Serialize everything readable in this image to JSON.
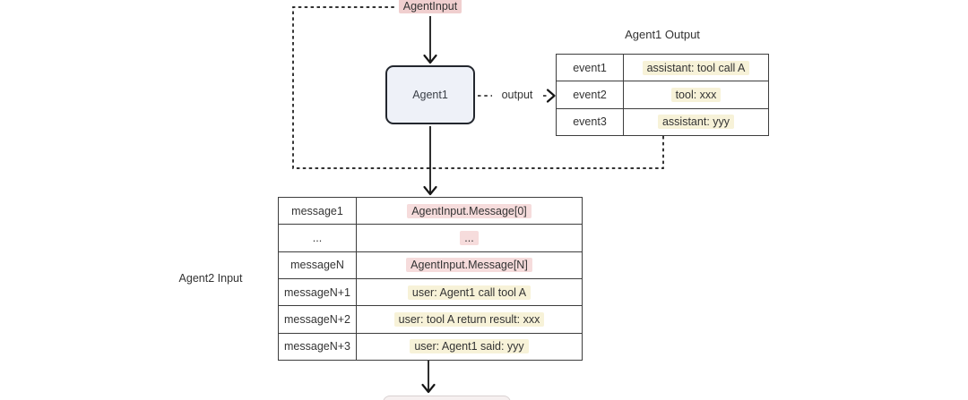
{
  "colors": {
    "pink": "#f6dcdc",
    "pink-strong": "#f0cfcf",
    "yellow": "#f7f2d8",
    "node-fill": "#eef1f8",
    "node-border": "#23272e",
    "line": "#161616",
    "text": "#333333",
    "table-border": "#3d3d3d"
  },
  "top_label": {
    "text": "AgentInput"
  },
  "agent1_node": {
    "label": "Agent1"
  },
  "output_edge": {
    "label": "output"
  },
  "output_table": {
    "title": "Agent1 Output",
    "rows": [
      {
        "key": "event1",
        "value": "assistant: tool call A"
      },
      {
        "key": "event2",
        "value": "tool: xxx"
      },
      {
        "key": "event3",
        "value": "assistant: yyy"
      }
    ]
  },
  "input_table": {
    "side_label": "Agent2 Input",
    "rows": [
      {
        "key": "message1",
        "value": "AgentInput.Message[0]"
      },
      {
        "key": "...",
        "value": "..."
      },
      {
        "key": "messageN",
        "value": "AgentInput.Message[N]"
      },
      {
        "key": "messageN+1",
        "value": "user: Agent1 call tool A"
      },
      {
        "key": "messageN+2",
        "value": "user: tool A return result: xxx"
      },
      {
        "key": "messageN+3",
        "value": "user: Agent1 said: yyy"
      }
    ]
  }
}
